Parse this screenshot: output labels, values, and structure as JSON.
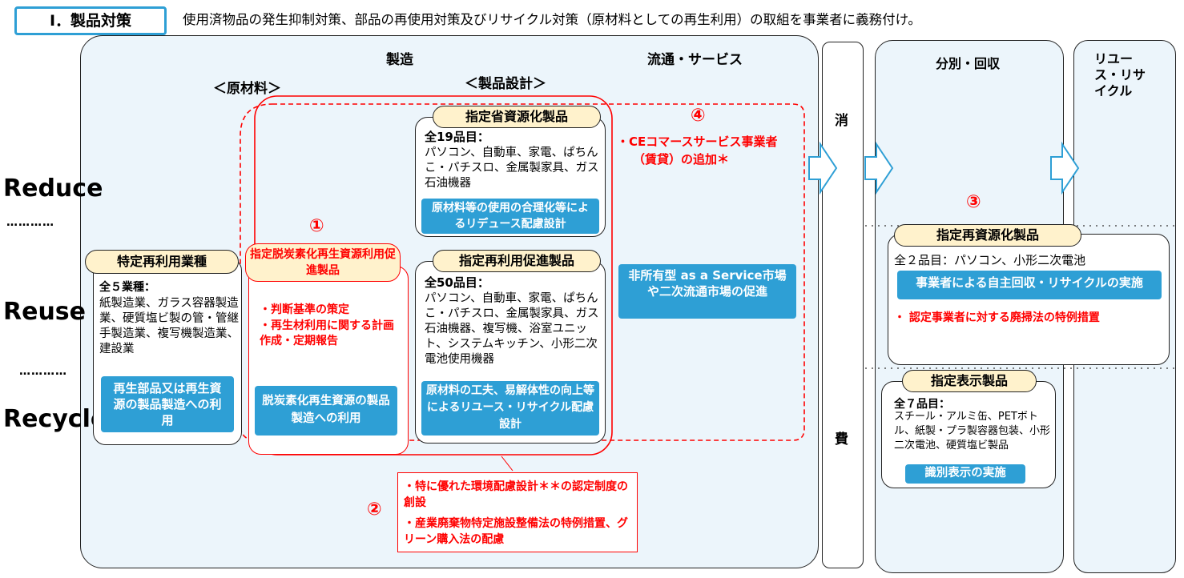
{
  "header": {
    "tag": "Ⅰ．製品対策",
    "description": "使用済物品の発生抑制対策、部品の再使用対策及びリサイクル対策（原材料としての再生利用）の取組を事業者に義務付け。"
  },
  "sections": {
    "manufacturing": "製造",
    "raw_materials": "＜原材料＞",
    "product_design": "＜製品設計＞",
    "distribution": "流通・サービス",
    "consumption_top": "消",
    "consumption_bottom": "費",
    "collection": "分別・回収",
    "reuse_recycle": "リユース・リサイクル"
  },
  "rows": {
    "reduce": "Reduce",
    "reuse": "Reuse",
    "recycle": "Recycle",
    "dots": "…………"
  },
  "markers": {
    "m1": "①",
    "m2": "②",
    "m3": "③",
    "m4": "④"
  },
  "specific_reuse_industry": {
    "title": "特定再利用業種",
    "count": "全５業種：",
    "items": "紙製造業、ガラス容器製造業、硬質塩ビ製の管・管継手製造業、複写機製造業、建設業",
    "action": "再生部品又は再生資源の製品製造への利用"
  },
  "decarbonization": {
    "title": "指定脱炭素化再生資源利用促進製品",
    "bullet1": "・判断基準の策定",
    "bullet2": "・再生材利用に関する計画作成・定期報告",
    "action": "脱炭素化再生資源の製品製造への利用"
  },
  "resource_saving": {
    "title": "指定省資源化製品",
    "count": "全19品目：",
    "items": "パソコン、自動車、家電、ぱちんこ・パチスロ、金属製家具、ガス石油機器",
    "action": "原材料等の使用の合理化等によるリデュース配慮設計"
  },
  "reuse_promotion": {
    "title": "指定再利用促進製品",
    "count": "全50品目：",
    "items": "パソコン、自動車、家電、ぱちんこ・パチスロ、金属製家具、ガス石油機器、複写機、浴室ユニット、システムキッチン、小形二次電池使用機器",
    "action": "原材料の工夫、易解体性の向上等によるリユース・リサイクル配慮設計"
  },
  "ce_commerce": {
    "line1": "・CEコマースサービス事業者",
    "line2": "（賃貸）の追加＊"
  },
  "non_ownership": {
    "label": "非所有型 as a Service市場や二次流通市場の促進"
  },
  "certification": {
    "bullet1": "・特に優れた環境配慮設計＊＊の認定制度の創設",
    "bullet2": "・産業廃棄物特定施設整備法の特例措置、グリーン購入法の配慮"
  },
  "recycled_resources": {
    "title": "指定再資源化製品",
    "count": "全２品目：パソコン、小形二次電池",
    "action": "事業者による自主回収・リサイクルの実施",
    "note": "・ 認定事業者に対する廃掃法の特例措置"
  },
  "labeling": {
    "title": "指定表示製品",
    "count": "全７品目：",
    "items": "スチール・アルミ缶、PETボトル、紙製・プラ製容器包装、小形二次電池、硬質塩ビ製品",
    "action": "識別表示の実施"
  },
  "colors": {
    "accent_blue": "#2e9fd5",
    "panel_bg": "#ecf5fb",
    "highlight_red": "#ff0000",
    "pill_yellow": "#fff2cc"
  }
}
